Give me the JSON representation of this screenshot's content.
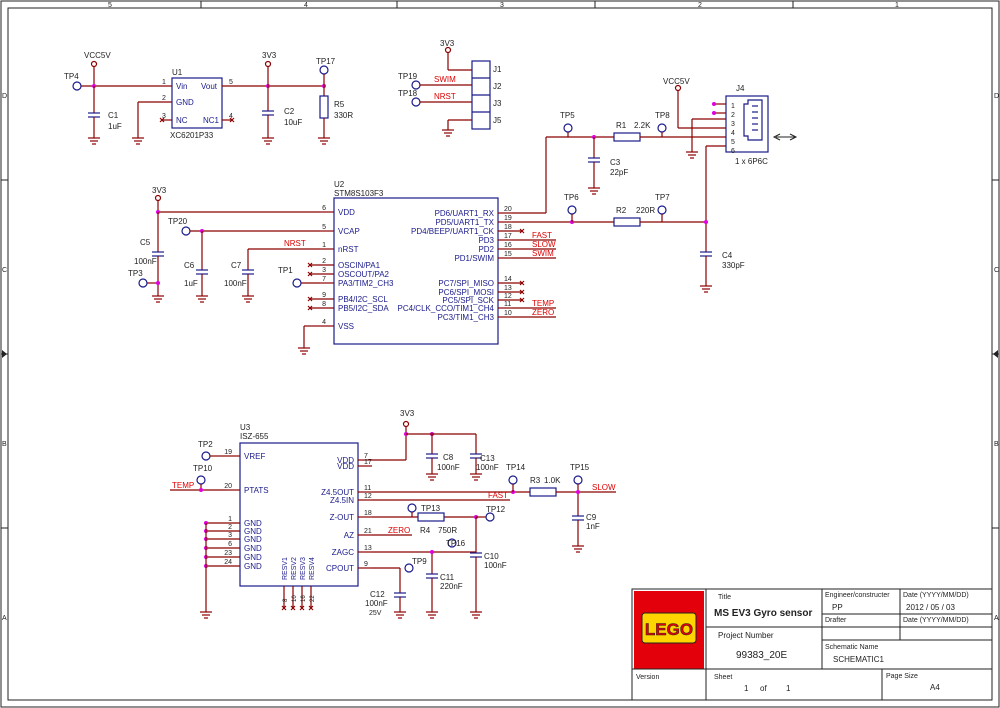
{
  "border": {
    "columns": [
      "5",
      "4",
      "3",
      "2",
      "1"
    ],
    "rows": [
      "D",
      "C",
      "B",
      "A"
    ]
  },
  "colors": {
    "wire": "#8b0000",
    "component": "#1a1a8c",
    "net_label": "#e00000",
    "junction": "#e000e0"
  },
  "power": {
    "vcc5v": "VCC5V",
    "v3v3": "3V3"
  },
  "ldo": {
    "ref": "U1",
    "part": "XC6201P33",
    "pins": {
      "vin": "Vin",
      "gnd": "GND",
      "nc": "NC",
      "vout": "Vout",
      "nc1": "NC1"
    },
    "pin_numbers": [
      "1",
      "2",
      "3",
      "5",
      "4"
    ]
  },
  "caps": {
    "C1": {
      "ref": "C1",
      "value": "1uF"
    },
    "C2": {
      "ref": "C2",
      "value": "10uF"
    },
    "C3": {
      "ref": "C3",
      "value": "22pF"
    },
    "C4": {
      "ref": "C4",
      "value": "330pF"
    },
    "C5": {
      "ref": "C5",
      "value": "100nF"
    },
    "C6": {
      "ref": "C6",
      "value": "1uF"
    },
    "C7": {
      "ref": "C7",
      "value": "100nF"
    },
    "C8": {
      "ref": "C8",
      "value": "100nF"
    },
    "C9": {
      "ref": "C9",
      "value": "1nF"
    },
    "C10": {
      "ref": "C10",
      "value": "100nF"
    },
    "C11": {
      "ref": "C11",
      "value": "220nF"
    },
    "C12": {
      "ref": "C12",
      "value": "100nF",
      "voltage": "25V"
    },
    "C13": {
      "ref": "C13",
      "value": "100nF"
    }
  },
  "resistors": {
    "R1": {
      "ref": "R1",
      "value": "2.2K"
    },
    "R2": {
      "ref": "R2",
      "value": "220R"
    },
    "R3": {
      "ref": "R3",
      "value": "1.0K"
    },
    "R4": {
      "ref": "R4",
      "value": "750R"
    },
    "R5": {
      "ref": "R5",
      "value": "330R"
    }
  },
  "testpoints": [
    "TP1",
    "TP2",
    "TP3",
    "TP4",
    "TP5",
    "TP6",
    "TP7",
    "TP8",
    "TP9",
    "TP10",
    "TP12",
    "TP13",
    "TP14",
    "TP15",
    "TP16",
    "TP17",
    "TP18",
    "TP19",
    "TP20"
  ],
  "jumpers": [
    "J1",
    "J2",
    "J3",
    "J5"
  ],
  "connector": {
    "ref": "J4",
    "part": "1 x 6P6C",
    "pins": [
      "1",
      "2",
      "3",
      "4",
      "5",
      "6"
    ]
  },
  "mcu": {
    "ref": "U2",
    "part": "STM8S103F3",
    "left_pins": [
      {
        "num": "6",
        "name": "VDD"
      },
      {
        "num": "5",
        "name": "VCAP"
      },
      {
        "num": "1",
        "name": "nRST"
      },
      {
        "num": "2",
        "name": "OSCIN/PA1"
      },
      {
        "num": "3",
        "name": "OSCOUT/PA2"
      },
      {
        "num": "7",
        "name": "PA3/TIM2_CH3"
      },
      {
        "num": "9",
        "name": "PB4/I2C_SCL"
      },
      {
        "num": "8",
        "name": "PB5/I2C_SDA"
      },
      {
        "num": "4",
        "name": "VSS"
      }
    ],
    "right_pins": [
      {
        "num": "20",
        "name": "PD6/UART1_RX"
      },
      {
        "num": "19",
        "name": "PD5/UART1_TX"
      },
      {
        "num": "18",
        "name": "PD4/BEEP/UART1_CK"
      },
      {
        "num": "17",
        "name": "PD3"
      },
      {
        "num": "16",
        "name": "PD2"
      },
      {
        "num": "15",
        "name": "PD1/SWIM"
      },
      {
        "num": "14",
        "name": "PC7/SPI_MISO"
      },
      {
        "num": "13",
        "name": "PC6/SPI_MOSI"
      },
      {
        "num": "12",
        "name": "PC5/SPI_SCK"
      },
      {
        "num": "11",
        "name": "PC4/CLK_CCO/TIM1_CH4"
      },
      {
        "num": "10",
        "name": "PC3/TIM1_CH3"
      }
    ]
  },
  "gyro": {
    "ref": "U3",
    "part": "ISZ-655",
    "left_pins": [
      {
        "num": "19",
        "name": "VREF"
      },
      {
        "num": "20",
        "name": "PTATS"
      },
      {
        "num": "1",
        "name": "GND"
      },
      {
        "num": "2",
        "name": "GND"
      },
      {
        "num": "3",
        "name": "GND"
      },
      {
        "num": "6",
        "name": "GND"
      },
      {
        "num": "23",
        "name": "GND"
      },
      {
        "num": "24",
        "name": "GND"
      }
    ],
    "right_pins": [
      {
        "num": "7",
        "name": "VDD"
      },
      {
        "num": "17",
        "name": "VDD"
      },
      {
        "num": "11",
        "name": "Z4.5OUT"
      },
      {
        "num": "12",
        "name": "Z4.5IN"
      },
      {
        "num": "18",
        "name": "Z-OUT"
      },
      {
        "num": "21",
        "name": "AZ"
      },
      {
        "num": "13",
        "name": "ZAGC"
      },
      {
        "num": "9",
        "name": "CPOUT"
      }
    ],
    "bottom_pins": [
      {
        "num": "8",
        "name": "RESV1"
      },
      {
        "num": "10",
        "name": "RESV2"
      },
      {
        "num": "16",
        "name": "RESV3"
      },
      {
        "num": "22",
        "name": "RESV4"
      }
    ]
  },
  "nets": {
    "swim": "SWIM",
    "nrst": "NRST",
    "fast": "FAST",
    "slow": "SLOW",
    "temp": "TEMP",
    "zero": "ZERO"
  },
  "title_block": {
    "logo_text": "LEGO",
    "title_label": "Title",
    "title": "MS EV3 Gyro sensor",
    "engineer_label": "Engineer/constructer",
    "engineer": "PP",
    "date_label": "Date (YYYY/MM/DD)",
    "date": "2012 / 05 / 03",
    "drafter_label": "Drafter",
    "drafter_date_label": "Date (YYYY/MM/DD)",
    "project_label": "Project Number",
    "project": "99383_20E",
    "schematic_label": "Schematic Name",
    "schematic": "SCHEMATIC1",
    "version_label": "Version",
    "sheet_label": "Sheet",
    "sheet": "1",
    "of": "of",
    "sheets": "1",
    "page_size_label": "Page Size",
    "page_size": "A4"
  }
}
